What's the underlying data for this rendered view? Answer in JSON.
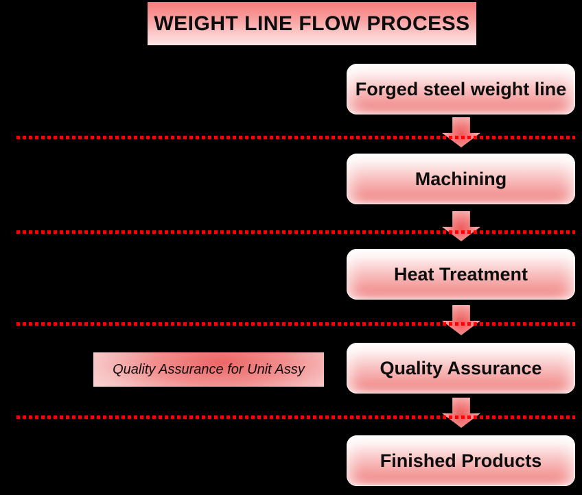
{
  "title": "WEIGHT LINE FLOW PROCESS",
  "steps": [
    {
      "label": "Forged steel weight line"
    },
    {
      "label": "Machining"
    },
    {
      "label": "Heat Treatment"
    },
    {
      "label": "Quality Assurance"
    },
    {
      "label": "Finished Products"
    }
  ],
  "side_note": {
    "label": "Quality Assurance for Unit Assy"
  },
  "colors": {
    "background": "#000000",
    "divider_red": "#FF0000",
    "banner_top_pink": "#F87C7C",
    "banner_bottom_pink": "#FDE6E6",
    "box_highlight": "#FFFFFF",
    "box_pink": "#F18A8A",
    "arrow_core_red": "#EE5A5A",
    "arrow_edge_pink": "#FBCFCF",
    "text": "#0D0D0D"
  }
}
